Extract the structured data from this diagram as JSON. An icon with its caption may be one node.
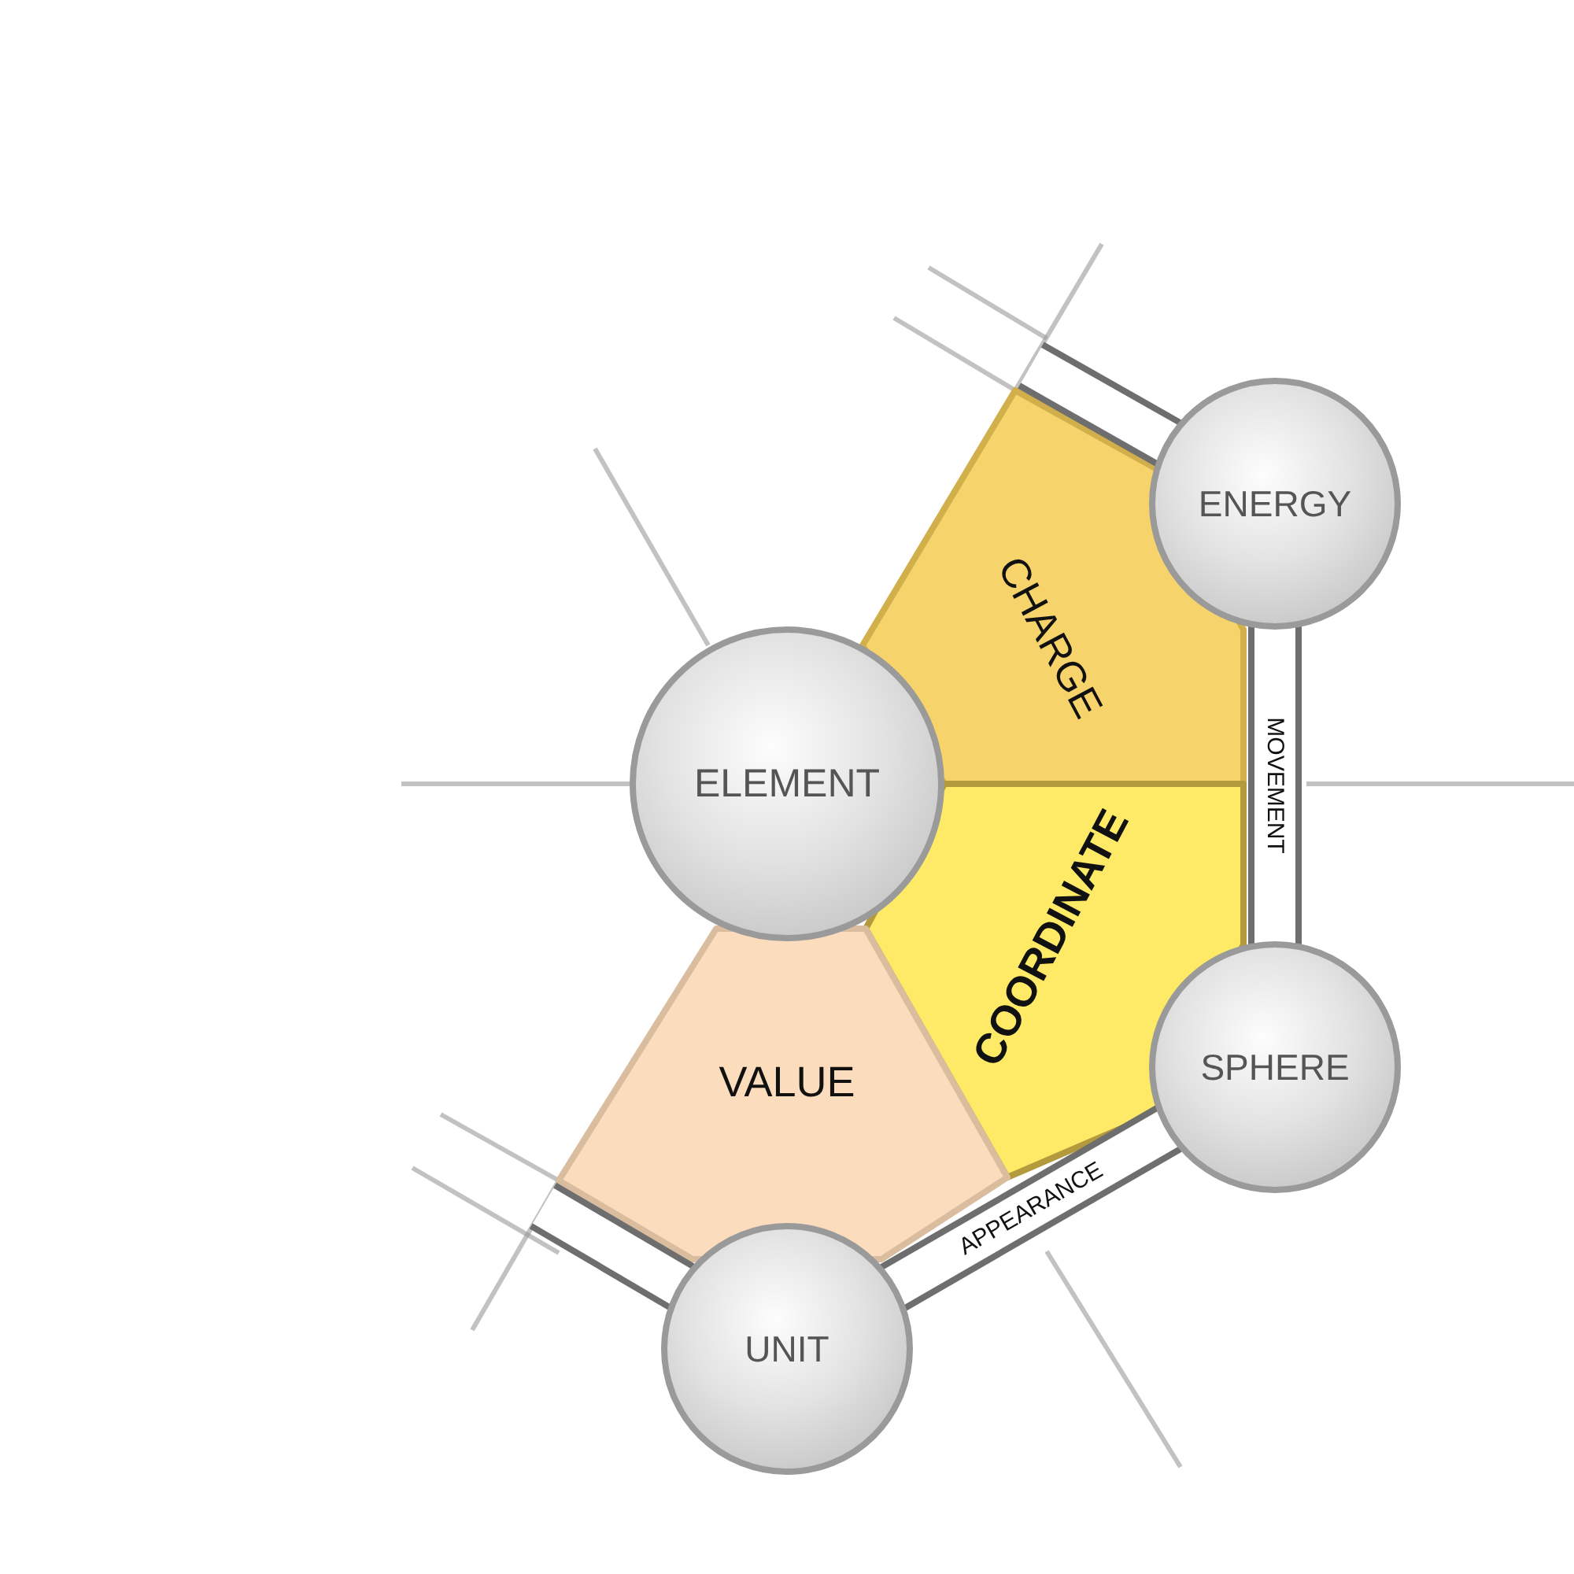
{
  "diagram": {
    "nodes": [
      {
        "text": [
          "CHARGE"
        ]
      },
      {
        "text": [
          "ENERGY"
        ]
      },
      {
        "text": [
          "ELEMENT"
        ]
      },
      {
        "text": [
          "COORDINATE"
        ]
      },
      {
        "text": [
          "SPHERE"
        ]
      },
      {
        "text": [
          "VALUE"
        ]
      },
      {
        "text": [
          "UNIT"
        ]
      }
    ],
    "edges": [
      {
        "from": 1,
        "to": null,
        "arrow": "none"
      },
      {
        "from": 1,
        "to": 4,
        "arrow": "none",
        "label": "MOVEMENT"
      },
      {
        "from": 4,
        "to": 6,
        "arrow": "none",
        "label": "APPEARANCE"
      },
      {
        "from": 6,
        "to": null,
        "arrow": "none"
      }
    ]
  }
}
